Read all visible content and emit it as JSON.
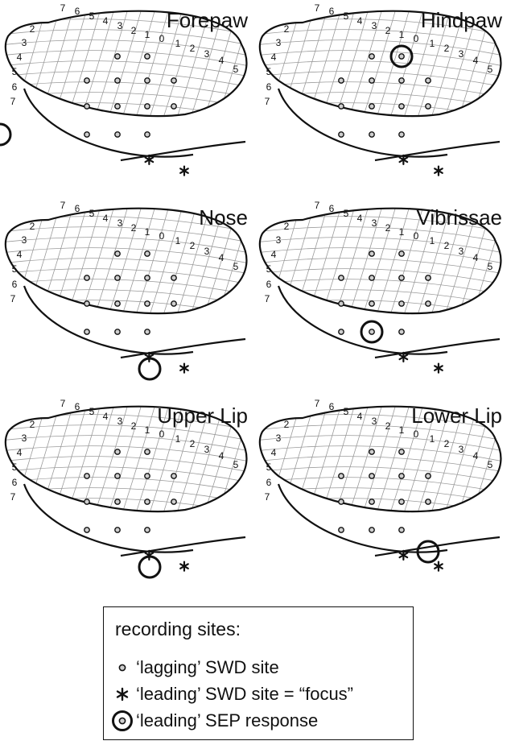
{
  "panels": [
    {
      "title": "Forepaw",
      "leading_sep": [
        3,
        4
      ]
    },
    {
      "title": "Hindpaw",
      "leading_sep": [
        0,
        2
      ]
    },
    {
      "title": "Nose",
      "leading_sep": [
        5,
        0
      ]
    },
    {
      "title": "Vibrissae",
      "leading_sep": [
        3,
        1
      ]
    },
    {
      "title": "Upper Lip",
      "leading_sep": [
        5,
        1
      ]
    },
    {
      "title": "Lower Lip",
      "leading_sep": [
        4,
        3
      ]
    }
  ],
  "top_tick_labels": [
    "7",
    "6",
    "5",
    "4",
    "3",
    "2",
    "1",
    "0",
    "1",
    "2",
    "3",
    "4",
    "5"
  ],
  "left_tick_labels": [
    "2",
    "3",
    "4",
    "5",
    "6",
    "7"
  ],
  "legend": {
    "title": "recording sites:",
    "lagging_label": "‘lagging’ SWD site",
    "leading_swd_label": "‘leading’ SWD site = “focus”",
    "leading_sep_label": "‘leading’ SEP response"
  },
  "colors": {
    "ink": "#111111",
    "grid": "#9a9a9a",
    "site_fill": "#cfcfcf"
  }
}
